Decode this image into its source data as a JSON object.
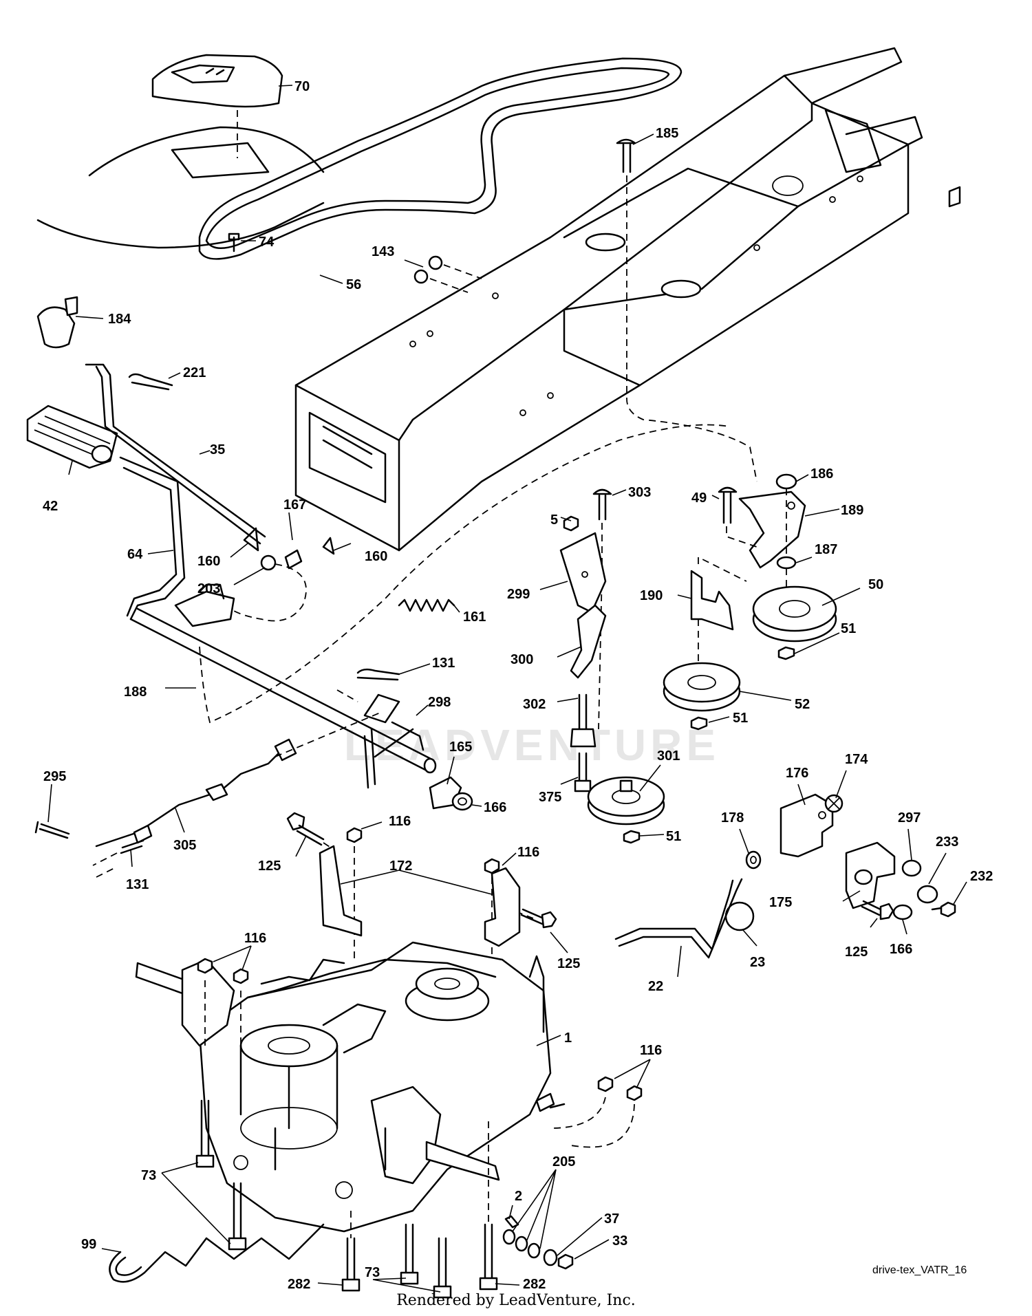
{
  "diagram": {
    "watermark": "LEADVENTURE",
    "diagram_id": "drive-tex_VATR_16",
    "footer": "Rendered by LeadVenture, Inc."
  },
  "callouts": {
    "c70": "70",
    "c74": "74",
    "c56": "56",
    "c185": "185",
    "c143": "143",
    "c184": "184",
    "c221": "221",
    "c35": "35",
    "c42": "42",
    "c64": "64",
    "c167": "167",
    "c160a": "160",
    "c160b": "160",
    "c203": "203",
    "c161": "161",
    "c188": "188",
    "c131a": "131",
    "c298": "298",
    "c165": "165",
    "c166a": "166",
    "c295": "295",
    "c305": "305",
    "c131b": "131",
    "c125a": "125",
    "c116a": "116",
    "c116b": "116",
    "c172": "172",
    "c125b": "125",
    "c303": "303",
    "c5": "5",
    "c299": "299",
    "c300": "300",
    "c302": "302",
    "c375": "375",
    "c301": "301",
    "c51a": "51",
    "c186": "186",
    "c49": "49",
    "c189": "189",
    "c187": "187",
    "c50": "50",
    "c190": "190",
    "c51b": "51",
    "c52": "52",
    "c51c": "51",
    "c176": "176",
    "c174": "174",
    "c178": "178",
    "c297": "297",
    "c233": "233",
    "c232": "232",
    "c175": "175",
    "c125c": "125",
    "c166b": "166",
    "c23": "23",
    "c22": "22",
    "c116c": "116",
    "c1": "1",
    "c116d": "116",
    "c73a": "73",
    "c99": "99",
    "c2": "2",
    "c205": "205",
    "c37": "37",
    "c33": "33",
    "c282a": "282",
    "c73b": "73",
    "c282b": "282"
  }
}
